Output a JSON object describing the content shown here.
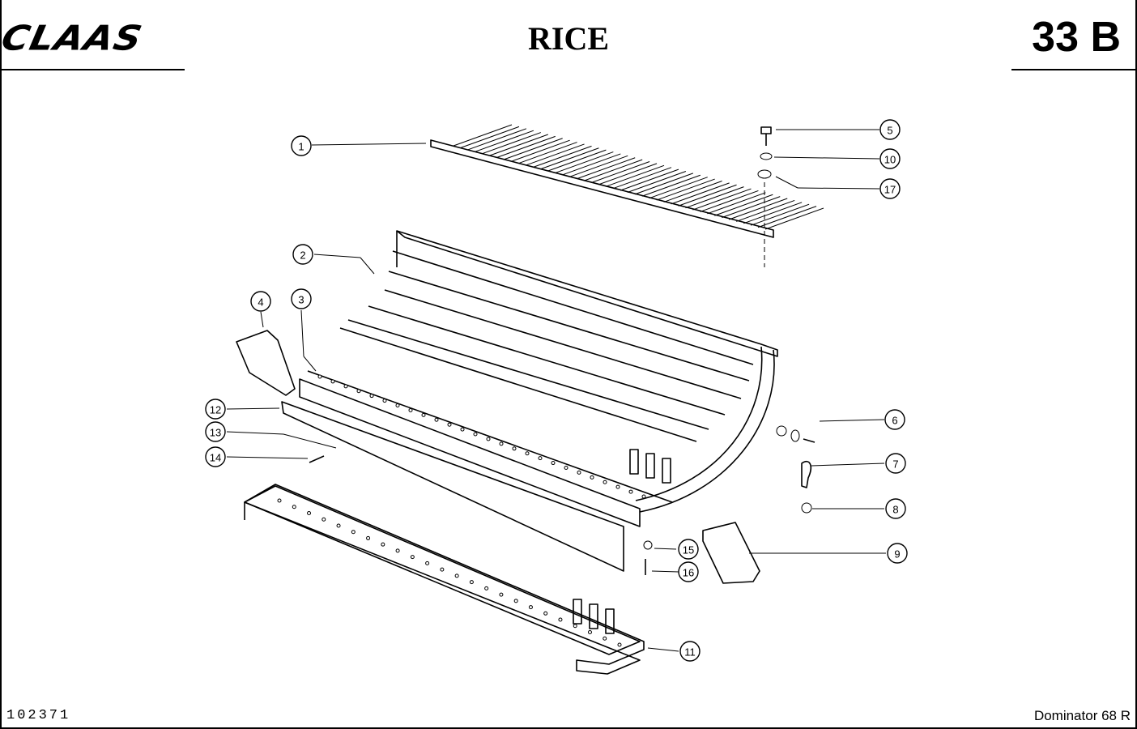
{
  "header": {
    "brand": "CLAAS",
    "title": "RICE",
    "page_code": "33 B"
  },
  "footer": {
    "doc_number": "102371",
    "model": "Dominator 68 R"
  },
  "callouts": [
    {
      "label": "1"
    },
    {
      "label": "2"
    },
    {
      "label": "3"
    },
    {
      "label": "4"
    },
    {
      "label": "5"
    },
    {
      "label": "10"
    },
    {
      "label": "17"
    },
    {
      "label": "6"
    },
    {
      "label": "7"
    },
    {
      "label": "8"
    },
    {
      "label": "9"
    },
    {
      "label": "11"
    },
    {
      "label": "12"
    },
    {
      "label": "13"
    },
    {
      "label": "14"
    },
    {
      "label": "15"
    },
    {
      "label": "16"
    }
  ]
}
